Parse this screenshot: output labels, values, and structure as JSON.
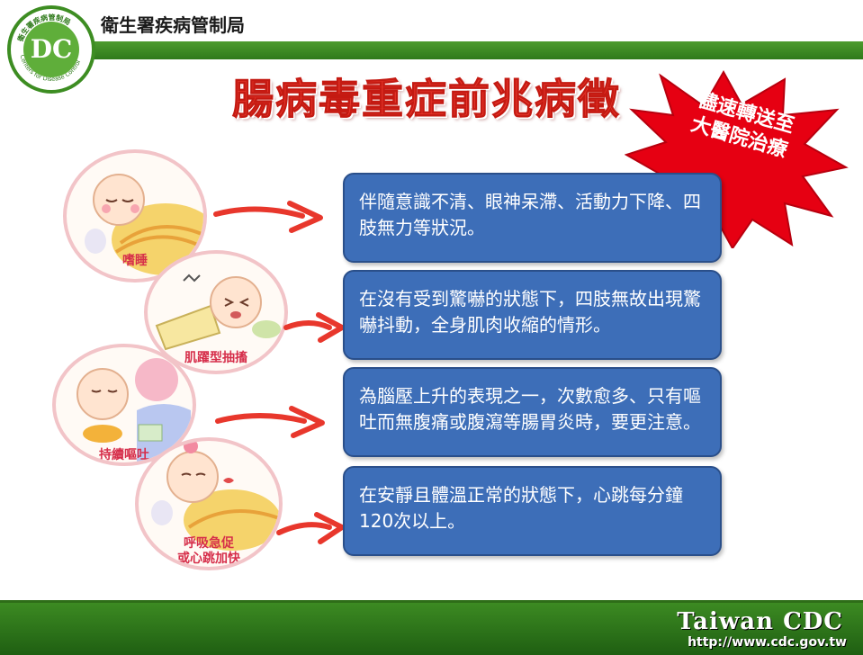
{
  "header": {
    "org_name": "衛生署疾病管制局",
    "logo_letters": "DC",
    "logo_ring_zh": "衛生署疾病管制局",
    "logo_ring_en": "Centers for Disease Control"
  },
  "title": "腸病毒重症前兆病徵",
  "burst": {
    "line1": "儘速轉送至",
    "line2": "大醫院治療",
    "color": "#e60012"
  },
  "symptoms": [
    {
      "label": "嗜睡",
      "text": "伴隨意識不清、眼神呆滯、活動力下降、四肢無力等狀況。"
    },
    {
      "label": "肌躍型抽搐",
      "text": "在沒有受到驚嚇的狀態下，四肢無故出現驚嚇抖動，全身肌肉收縮的情形。"
    },
    {
      "label": "持續嘔吐",
      "text": "為腦壓上升的表現之一，次數愈多、只有嘔吐而無腹痛或腹瀉等腸胃炎時，要更注意。"
    },
    {
      "label_line1": "呼吸急促",
      "label_line2": "或心跳加快",
      "text": "在安靜且體溫正常的狀態下，心跳每分鐘120次以上。"
    }
  ],
  "footer": {
    "brand": "Taiwan CDC",
    "url": "http://www.cdc.gov.tw"
  },
  "colors": {
    "accent_green": "#3d8d22",
    "box_blue": "#3d6eb8",
    "title_red": "#e8372c"
  }
}
